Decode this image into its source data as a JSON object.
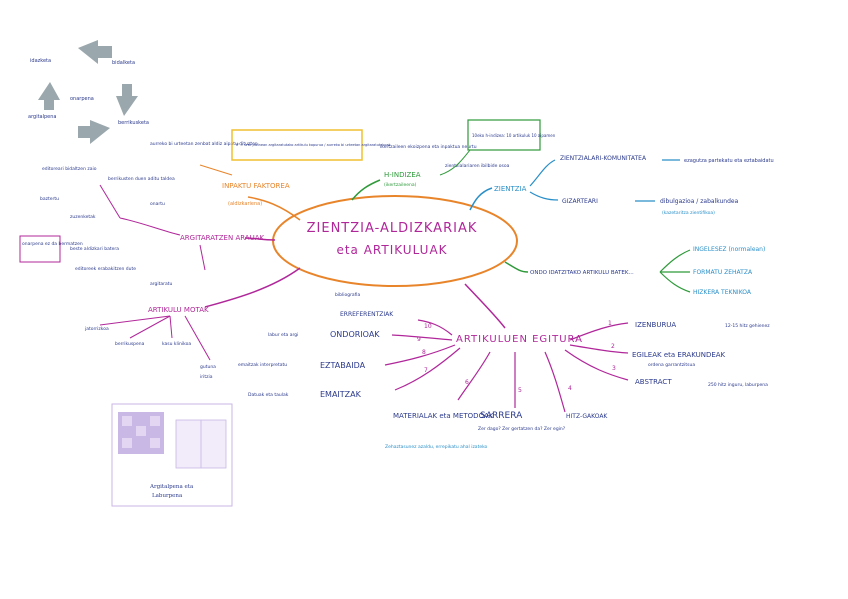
{
  "colors": {
    "orange": "#e8852b",
    "purple": "#b0279a",
    "green": "#2e9a3a",
    "blue": "#2a8fc8",
    "navy": "#2b3a8c",
    "gray": "#9aa7ad",
    "lavender": "#c9b7e6",
    "paper": "#f1ebfa",
    "caption_frame": "#f0e060"
  },
  "central": {
    "line1": "ZIENTZIA-ALDIZKARIAK",
    "line2": "eta ARTIKULUAK"
  },
  "inpaktu": {
    "title": "INPAKTU FAKTOREA",
    "subtitle": "(aldizkariena)",
    "note": "aurreko bi urteetan zenbat aldiz aipatu dituzten",
    "definition": "IF = urte jakinean argitaratutako artikulu kopurua / aurreko bi urteetan argitaratutakoak"
  },
  "hindizea": {
    "title": "H-INDIZEA",
    "subtitle": "(ikertzaileena)",
    "note_top": "ikertzaileen ekoizpena eta inpaktua neurtu",
    "box": "10eko h-indizea: 10 artikuluk 10 aipamen",
    "note_bottom": "zientzialariaren ibilbide osoa"
  },
  "zientzia": {
    "title": "ZIENTZIA",
    "item1": "ZIENTZIALARI-KOMUNITATEA",
    "item1_note": "ezagutza partekatu eta eztabaidatu",
    "item2": "GIZARTEARI",
    "item2_note": "dibulgazioa / zabalkundea",
    "item2_sub": "(kazetaritza zientifikoa)"
  },
  "ondo": {
    "title": "ONDO IDATZITAKO ARTIKULU BATEK...",
    "items": [
      "INGELESEZ (normalean)",
      "FORMATU ZEHATZA",
      "HIZKERA TEKNIKOA"
    ]
  },
  "argitaratzen": {
    "title": "ARGITARATZEN ARAUAK",
    "items": [
      "editoreari bidaltzen zaio",
      "berrikusten duen aditu taldea",
      "onartu",
      "zuzenketak",
      "baztertu",
      "beste aldizkari batera",
      "argitaratu",
      "editoreek erabakitzen dute",
      "onarpena ez da bermatzen"
    ]
  },
  "motak": {
    "title": "ARTIKULU MOTAK",
    "items": [
      "jatorrizkoa",
      "berrikuspena",
      "kasu klinikoa",
      "gutuna",
      "iritzia"
    ]
  },
  "egitura": {
    "title": "ARTIKULUEN EGITURA",
    "parts": [
      {
        "n": "1",
        "label": "IZENBURUA",
        "note": "12-15 hitz gehienez"
      },
      {
        "n": "2",
        "label": "EGILEAK eta ERAKUNDEAK",
        "note": "ordena garrantzitsua"
      },
      {
        "n": "3",
        "label": "ABSTRACT",
        "note": "250 hitz inguru, laburpena"
      },
      {
        "n": "4",
        "label": "HITZ-GAKOAK",
        "note": ""
      },
      {
        "n": "5",
        "label": "SARRERA",
        "note": "Zer dago? Zer gertatzen da? Zer egin?"
      },
      {
        "n": "6",
        "label": "MATERIALAK eta METODOAK",
        "note": "Zehaztasunez azaldu, errepikatu ahal izateko"
      },
      {
        "n": "7",
        "label": "EMAITZAK",
        "note": "Datuak eta taulak"
      },
      {
        "n": "8",
        "label": "EZTABAIDA",
        "note": "emaitzak interpretatu"
      },
      {
        "n": "9",
        "label": "ONDORIOAK",
        "note": "labur eta argi"
      },
      {
        "n": "10",
        "label": "ERREFERENTZIAK",
        "note": "bibliografia"
      }
    ]
  },
  "cycle": {
    "items": [
      "idazketa",
      "bidalketa",
      "berrikusketa",
      "onarpena",
      "argitalpena"
    ]
  },
  "caption": {
    "line1": "Argitalpena eta",
    "line2": "Laburpena"
  }
}
